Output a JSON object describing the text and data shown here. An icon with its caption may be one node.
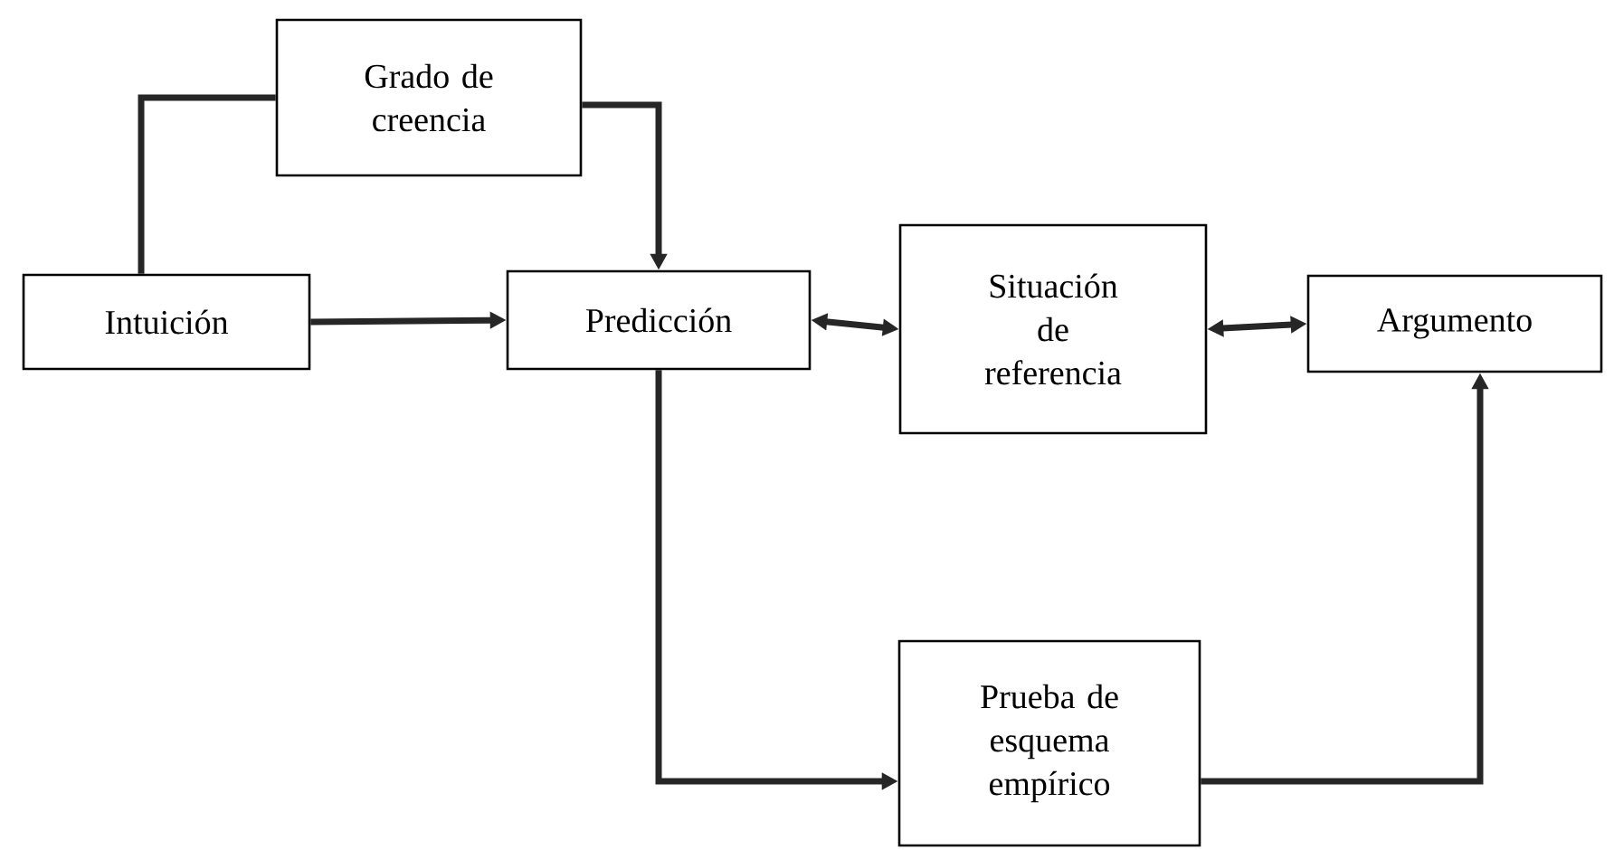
{
  "diagram": {
    "nodes": [
      {
        "text": [
          "Grado de creencia"
        ]
      },
      {
        "text": [
          "Intuición"
        ]
      },
      {
        "text": [
          "Predicción"
        ]
      },
      {
        "text": [
          "Situación de referencia"
        ]
      },
      {
        "text": [
          "Argumento"
        ]
      },
      {
        "text": [
          "Prueba de esquema empírico"
        ]
      }
    ],
    "edges": [
      {
        "from": 1,
        "to": 0,
        "arrow": "none"
      },
      {
        "from": 0,
        "to": 2,
        "arrow": "to"
      },
      {
        "from": 1,
        "to": 2,
        "arrow": "to"
      },
      {
        "from": 2,
        "to": 3,
        "arrow": "both"
      },
      {
        "from": 3,
        "to": 4,
        "arrow": "both"
      },
      {
        "from": 2,
        "to": 5,
        "arrow": "to"
      },
      {
        "from": 5,
        "to": 4,
        "arrow": "to"
      }
    ]
  }
}
